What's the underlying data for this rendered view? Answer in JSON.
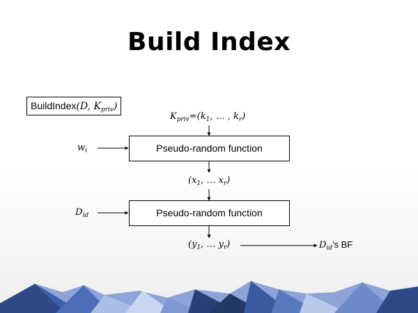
{
  "title": "Build Index",
  "signature": {
    "name": "BuildIndex",
    "open": "(",
    "arg1": "D",
    "sep": ", ",
    "arg2_base": "K",
    "arg2_sub": "priv",
    "close": ")"
  },
  "key_input": {
    "base": "K",
    "sub": "priv",
    "eq": "=(",
    "k1_base": "k",
    "k1_sub": "1",
    "mid": ", … , ",
    "kr_base": "k",
    "kr_sub": "r",
    "close": ")"
  },
  "input_w": {
    "base": "w",
    "sub": "i"
  },
  "prf1": {
    "label": "Pseudo-random function"
  },
  "x_output": {
    "open": "(",
    "x1_base": "x",
    "x1_sub": "1",
    "mid": ", … ",
    "xr_base": "x",
    "xr_sub": "r",
    "close": ")"
  },
  "input_d": {
    "base": "D",
    "sub": "id"
  },
  "prf2": {
    "label": "Pseudo-random function"
  },
  "y_output": {
    "open": "(",
    "y1_base": "y",
    "y1_sub": "1",
    "mid": ", … ",
    "yr_base": "y",
    "yr_sub": "r",
    "close": ")"
  },
  "result": {
    "base": "D",
    "sub": "id",
    "suffix": "'s BF"
  }
}
